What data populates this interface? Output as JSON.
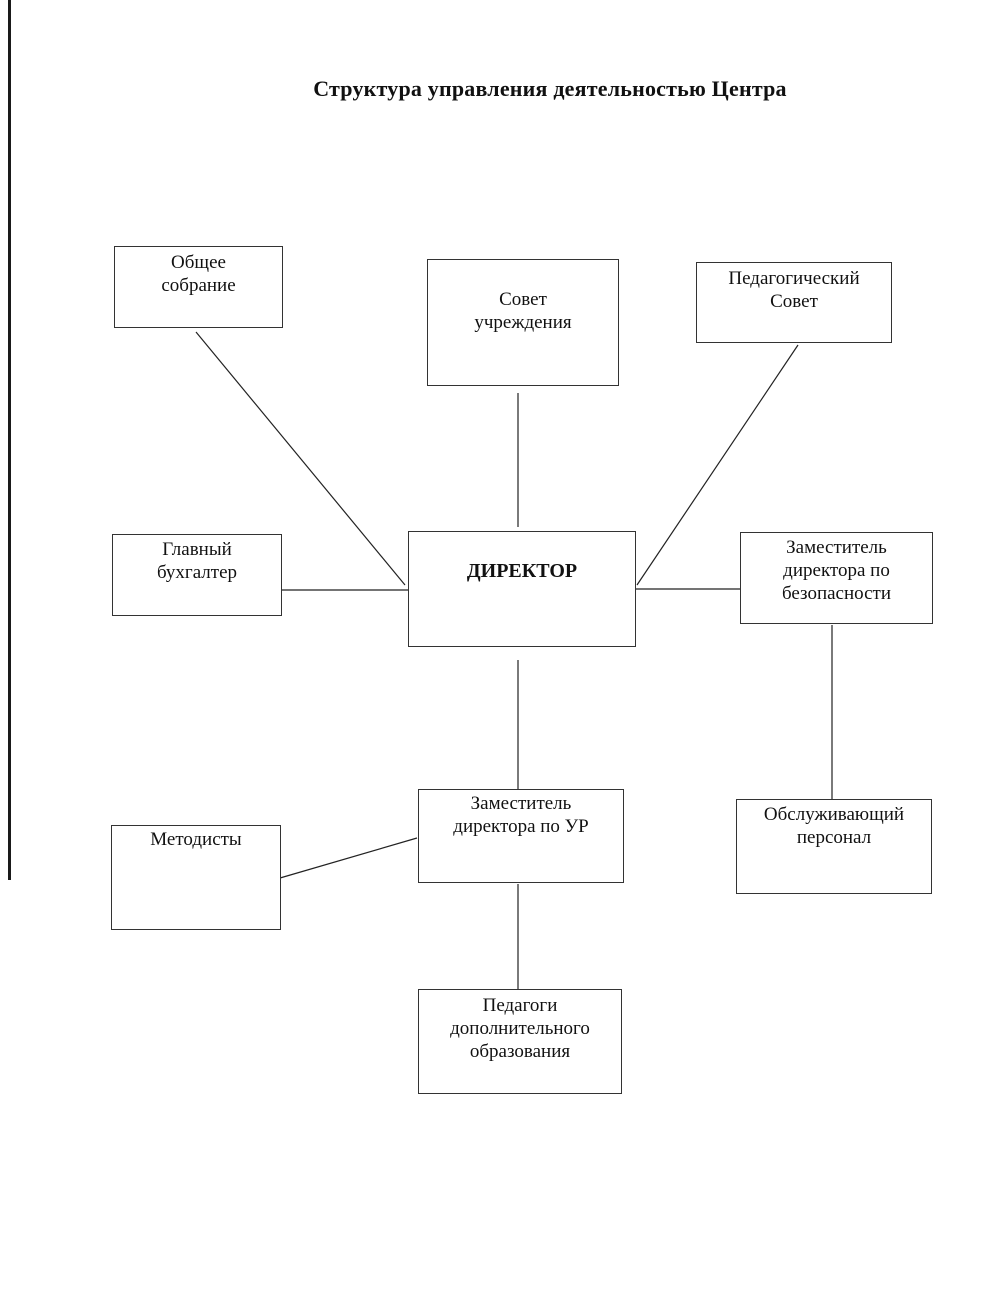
{
  "title": "Структура управления деятельностью Центра",
  "nodes": {
    "general_meeting": [
      "Общее",
      "собрание"
    ],
    "institution_council": [
      "Совет",
      "учреждения"
    ],
    "pedagogical_council": [
      "Педагогический",
      "Совет"
    ],
    "chief_accountant": [
      "Главный",
      "бухгалтер"
    ],
    "director": [
      "ДИРЕКТОР"
    ],
    "deputy_security": [
      "Заместитель",
      "директора по",
      "безопасности"
    ],
    "methodologists": [
      "Методисты"
    ],
    "deputy_ur": [
      "Заместитель",
      "директора по УР"
    ],
    "service_staff": [
      "Обслуживающий",
      "персонал"
    ],
    "teachers": [
      "Педагоги",
      "дополнительного",
      "образования"
    ]
  },
  "edges": [
    [
      "general_meeting",
      "director"
    ],
    [
      "institution_council",
      "director"
    ],
    [
      "pedagogical_council",
      "director"
    ],
    [
      "chief_accountant",
      "director"
    ],
    [
      "director",
      "deputy_security"
    ],
    [
      "director",
      "deputy_ur"
    ],
    [
      "deputy_security",
      "service_staff"
    ],
    [
      "deputy_ur",
      "methodologists"
    ],
    [
      "deputy_ur",
      "teachers"
    ]
  ]
}
